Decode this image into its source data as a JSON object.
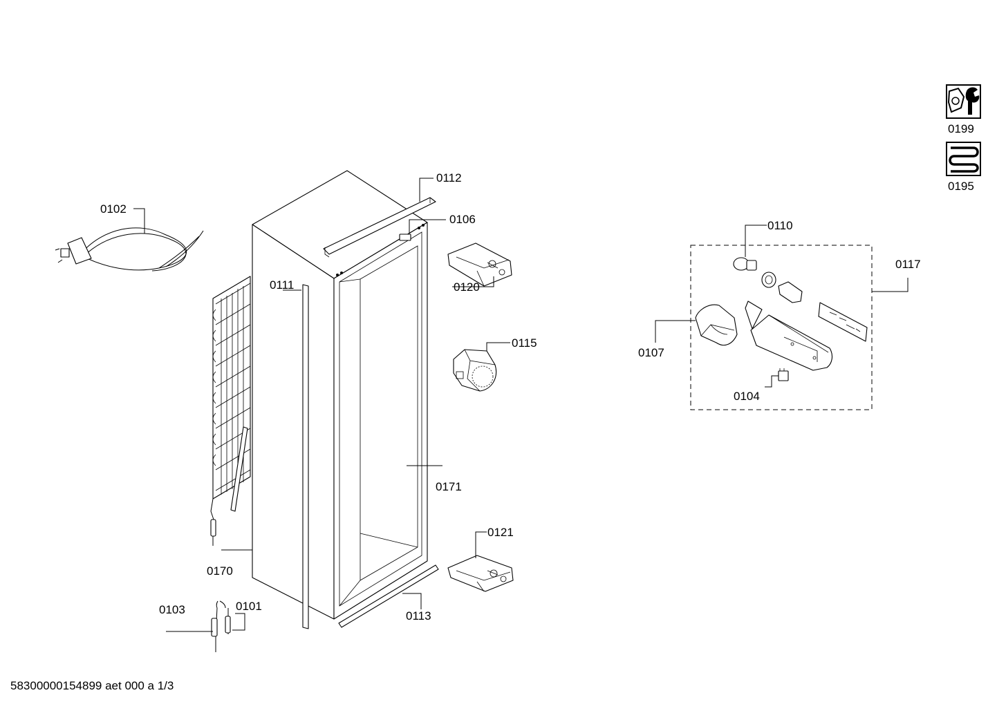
{
  "document_id": "58300000154899 aet 000 a 1/3",
  "callouts": {
    "c0102": "0102",
    "c0103": "0103",
    "c0101": "0101",
    "c0170": "0170",
    "c0111": "0111",
    "c0112": "0112",
    "c0106": "0106",
    "c0120": "0120",
    "c0115": "0115",
    "c0171": "0171",
    "c0121": "0121",
    "c0113": "0113",
    "c0110": "0110",
    "c0117": "0117",
    "c0107": "0107",
    "c0104": "0104"
  },
  "icons": {
    "service_tools": "0199",
    "refrigeration_coil": "0195"
  }
}
